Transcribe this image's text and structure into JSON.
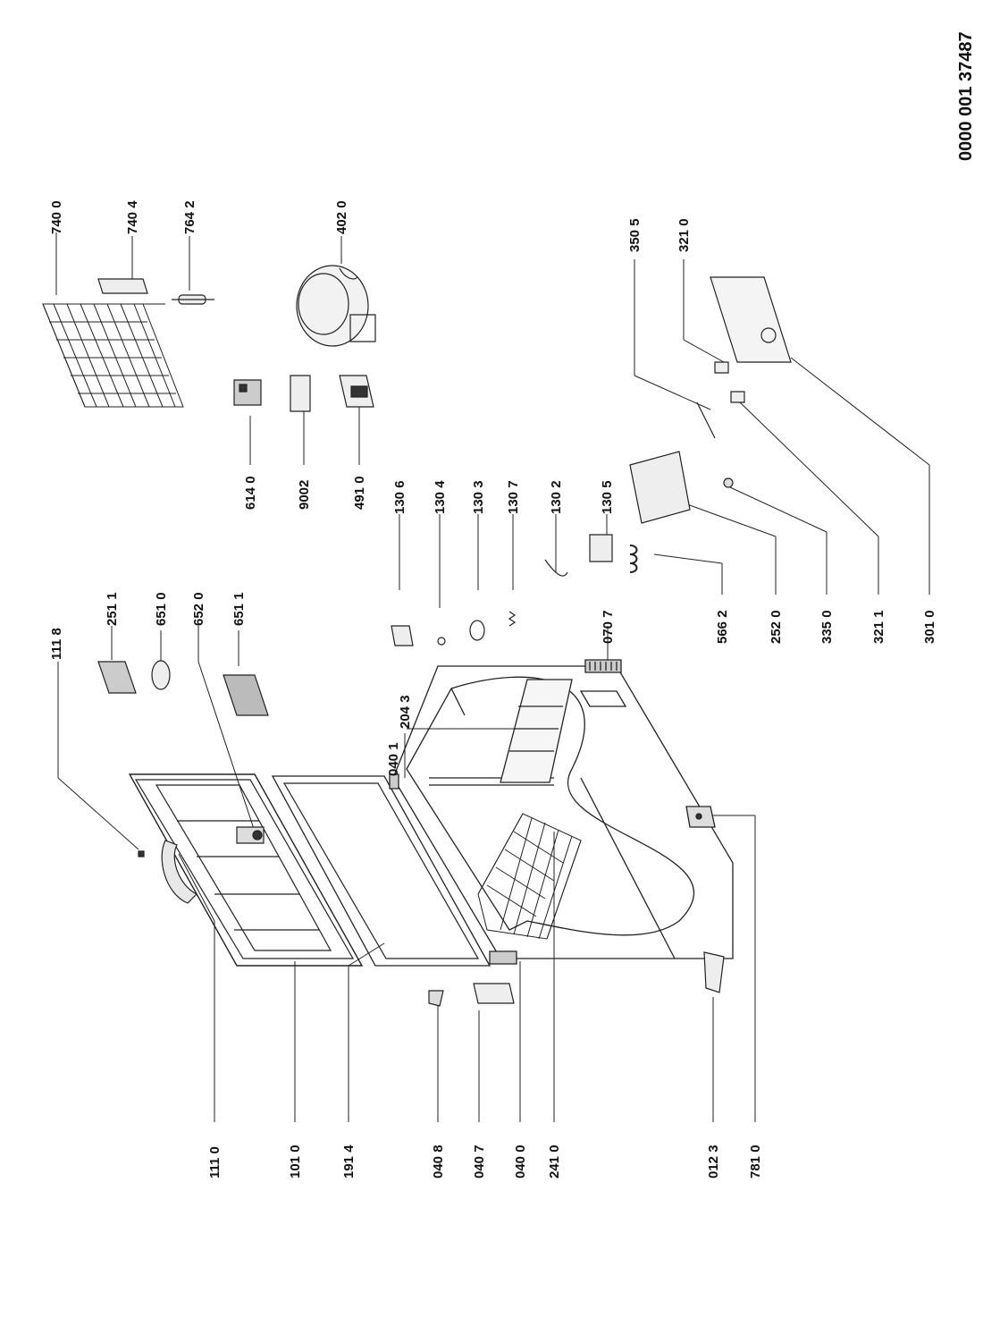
{
  "document_id": "0000 001 37487",
  "part_labels": {
    "p111_8": "111 8",
    "p251_1": "251 1",
    "p651_0": "651 0",
    "p652_0": "652 0",
    "p651_1": "651 1",
    "p740_0": "740 0",
    "p740_4": "740 4",
    "p764_2": "764 2",
    "p402_0": "402 0",
    "p614_0": "614 0",
    "p9002": "9002",
    "p491_0": "491 0",
    "p130_6": "130 6",
    "p130_4": "130 4",
    "p130_3": "130 3",
    "p130_7": "130 7",
    "p130_2": "130 2",
    "p130_5": "130 5",
    "p566_2": "566 2",
    "p252_0": "252 0",
    "p335_0": "335 0",
    "p321_1": "321 1",
    "p301_0": "301 0",
    "p350_5": "350 5",
    "p321_0": "321 0",
    "p070_7": "070 7",
    "p204_3": "204 3",
    "p040_1": "040 1",
    "p111_0": "111 0",
    "p101_0": "101 0",
    "p191_4": "191 4",
    "p040_8": "040 8",
    "p040_7": "040 7",
    "p040_0": "040 0",
    "p241_0": "241 0",
    "p012_3": "012 3",
    "p781_0": "781 0"
  }
}
